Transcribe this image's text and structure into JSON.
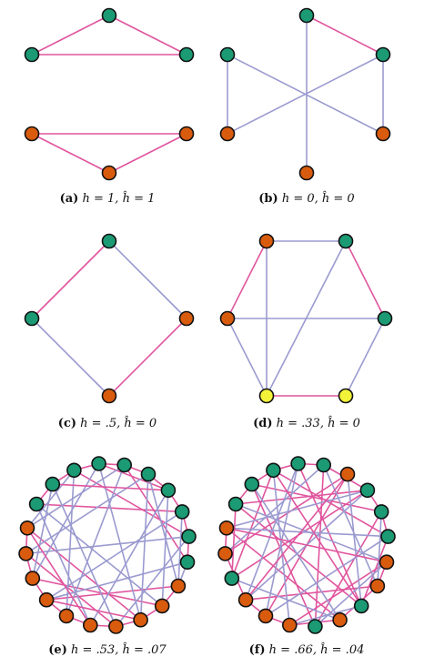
{
  "colors": {
    "homophilous_edge": "#e0559e",
    "heterophilous_edge": "#9a9ad0",
    "teal": "#1b9a74",
    "orange": "#d95b0e",
    "yellow": "#f3f33a",
    "outline": "#111111"
  },
  "panels": [
    {
      "id": "a",
      "caption": {
        "label": "(a)",
        "h": "h = 1,",
        "hhat": "ĥ = 1"
      },
      "nodes": [
        "teal",
        "teal",
        "teal",
        "orange",
        "orange",
        "orange"
      ],
      "edges": [
        [
          0,
          1
        ],
        [
          0,
          2
        ],
        [
          1,
          2
        ],
        [
          3,
          4
        ],
        [
          3,
          5
        ],
        [
          4,
          5
        ]
      ]
    },
    {
      "id": "b",
      "caption": {
        "label": "(b)",
        "h": "h = 0,",
        "hhat": "ĥ = 0"
      },
      "nodes": [
        "teal",
        "teal",
        "teal",
        "orange",
        "orange",
        "orange"
      ],
      "edges": [
        [
          0,
          2
        ],
        [
          1,
          3
        ],
        [
          1,
          4
        ],
        [
          0,
          5
        ],
        [
          2,
          3
        ],
        [
          2,
          4
        ]
      ]
    },
    {
      "id": "c",
      "caption": {
        "label": "(c)",
        "h": "h = .5,",
        "hhat": "ĥ = 0"
      },
      "nodes": [
        "teal",
        "teal",
        "orange",
        "orange"
      ],
      "edges": [
        [
          0,
          1
        ],
        [
          0,
          2
        ],
        [
          1,
          3
        ],
        [
          2,
          3
        ]
      ]
    },
    {
      "id": "d",
      "caption": {
        "label": "(d)",
        "h": "h = .33,",
        "hhat": "ĥ = 0"
      },
      "nodes": [
        "orange",
        "teal",
        "teal",
        "orange",
        "yellow",
        "yellow"
      ],
      "edges": [
        [
          0,
          1
        ],
        [
          0,
          3
        ],
        [
          1,
          2
        ],
        [
          2,
          5
        ],
        [
          3,
          4
        ],
        [
          4,
          5
        ],
        [
          0,
          4
        ],
        [
          1,
          4
        ],
        [
          2,
          3
        ]
      ]
    },
    {
      "id": "e",
      "caption": {
        "label": "(e)",
        "h": "h = .53,",
        "hhat": "ĥ = .07"
      },
      "nodes": [
        "teal",
        "teal",
        "teal",
        "teal",
        "teal",
        "teal",
        "teal",
        "teal",
        "teal",
        "teal",
        "orange",
        "orange",
        "orange",
        "orange",
        "orange",
        "orange",
        "orange",
        "orange",
        "orange",
        "orange"
      ],
      "edges": [
        [
          0,
          1
        ],
        [
          1,
          2
        ],
        [
          2,
          3
        ],
        [
          3,
          4
        ],
        [
          4,
          5
        ],
        [
          5,
          6
        ],
        [
          6,
          7
        ],
        [
          7,
          8
        ],
        [
          8,
          9
        ],
        [
          10,
          11
        ],
        [
          11,
          12
        ],
        [
          12,
          13
        ],
        [
          13,
          14
        ],
        [
          14,
          15
        ],
        [
          15,
          16
        ],
        [
          16,
          17
        ],
        [
          17,
          18
        ],
        [
          18,
          19
        ],
        [
          0,
          7
        ],
        [
          2,
          8
        ],
        [
          3,
          6
        ],
        [
          4,
          9
        ],
        [
          10,
          16
        ],
        [
          11,
          17
        ],
        [
          12,
          19
        ],
        [
          13,
          18
        ],
        [
          0,
          11
        ],
        [
          1,
          13
        ],
        [
          2,
          15
        ],
        [
          3,
          17
        ],
        [
          4,
          19
        ],
        [
          5,
          12
        ],
        [
          6,
          14
        ],
        [
          7,
          16
        ],
        [
          8,
          18
        ],
        [
          9,
          10
        ],
        [
          0,
          14
        ],
        [
          1,
          17
        ],
        [
          3,
          12
        ],
        [
          5,
          18
        ],
        [
          6,
          11
        ],
        [
          8,
          13
        ],
        [
          9,
          16
        ],
        [
          2,
          19
        ],
        [
          4,
          15
        ],
        [
          7,
          10
        ],
        [
          1,
          6
        ],
        [
          14,
          19
        ],
        [
          5,
          10
        ],
        [
          16,
          12
        ]
      ]
    },
    {
      "id": "f",
      "caption": {
        "label": "(f)",
        "h": "h = .66,",
        "hhat": "ĥ = .04"
      },
      "nodes": [
        "teal",
        "teal",
        "teal",
        "teal",
        "teal",
        "orange",
        "teal",
        "teal",
        "teal",
        "orange",
        "orange",
        "teal",
        "orange",
        "teal",
        "orange",
        "orange",
        "orange",
        "teal",
        "orange",
        "orange"
      ],
      "edges": [
        [
          0,
          1
        ],
        [
          1,
          2
        ],
        [
          2,
          3
        ],
        [
          3,
          4
        ],
        [
          4,
          6
        ],
        [
          6,
          7
        ],
        [
          7,
          8
        ],
        [
          9,
          10
        ],
        [
          10,
          12
        ],
        [
          12,
          14
        ],
        [
          14,
          15
        ],
        [
          15,
          16
        ],
        [
          16,
          18
        ],
        [
          18,
          19
        ],
        [
          0,
          6
        ],
        [
          1,
          7
        ],
        [
          2,
          8
        ],
        [
          3,
          11
        ],
        [
          4,
          13
        ],
        [
          6,
          17
        ],
        [
          9,
          14
        ],
        [
          10,
          16
        ],
        [
          12,
          19
        ],
        [
          5,
          15
        ],
        [
          5,
          18
        ],
        [
          0,
          11
        ],
        [
          1,
          13
        ],
        [
          2,
          17
        ],
        [
          7,
          13
        ],
        [
          8,
          11
        ],
        [
          0,
          9
        ],
        [
          1,
          12
        ],
        [
          2,
          14
        ],
        [
          3,
          16
        ],
        [
          4,
          18
        ],
        [
          6,
          19
        ],
        [
          7,
          10
        ],
        [
          8,
          15
        ],
        [
          11,
          5
        ],
        [
          13,
          9
        ],
        [
          17,
          12
        ],
        [
          3,
          15
        ],
        [
          6,
          16
        ],
        [
          8,
          19
        ],
        [
          11,
          14
        ],
        [
          4,
          10
        ],
        [
          0,
          17
        ],
        [
          9,
          19
        ],
        [
          5,
          16
        ],
        [
          2,
          11
        ]
      ]
    }
  ]
}
